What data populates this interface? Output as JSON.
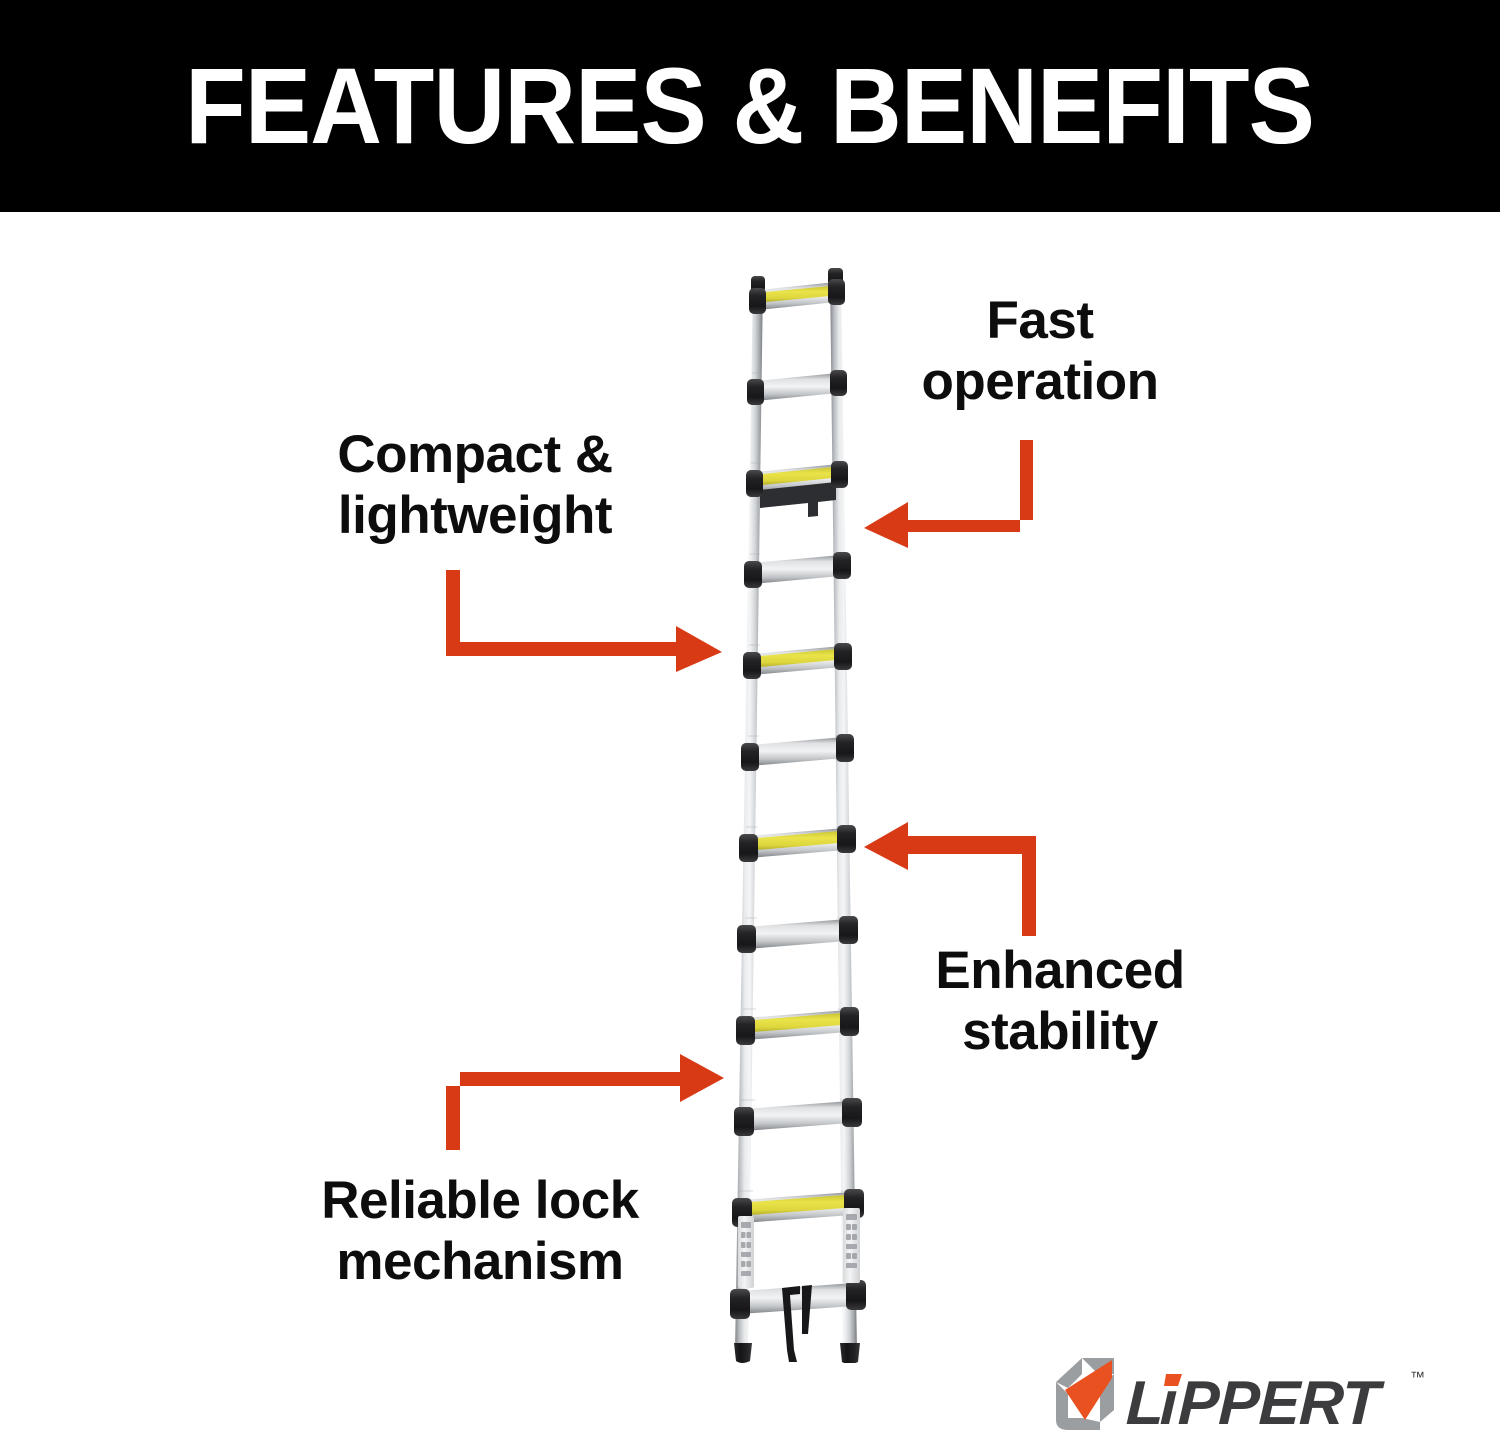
{
  "header": {
    "title": "FEATURES & BENEFITS",
    "background_color": "#000000",
    "text_color": "#ffffff"
  },
  "theme": {
    "accent_color": "#d93a16",
    "text_color": "#0d0d0d",
    "background_color": "#ffffff",
    "ladder_aluminum_light": "#e2e4e6",
    "ladder_aluminum_mid": "#b9bcc0",
    "ladder_aluminum_dark": "#8d9195",
    "ladder_collar_black": "#1e1e20",
    "ladder_rung_yellow": "#e2dc3a",
    "logo_gray": "#9b9ea1",
    "logo_dark": "#3c3c3e",
    "logo_orange": "#e8501e"
  },
  "callouts": [
    {
      "id": "fast-operation",
      "text": "Fast\noperation",
      "arrow_direction": "down-then-left",
      "arrow_color": "#d93a16"
    },
    {
      "id": "compact-lightweight",
      "text": "Compact &\nlightweight",
      "arrow_direction": "down-then-right",
      "arrow_color": "#d93a16"
    },
    {
      "id": "enhanced-stability",
      "text": "Enhanced\nstability",
      "arrow_direction": "up-then-left",
      "arrow_color": "#d93a16"
    },
    {
      "id": "reliable-lock-mechanism",
      "text": "Reliable lock\nmechanism",
      "arrow_direction": "up-then-right",
      "arrow_color": "#d93a16"
    }
  ],
  "product": {
    "name": "telescoping-ladder",
    "rung_count": 12,
    "yellow_stripe_rungs": [
      1,
      3,
      5,
      7,
      9,
      11
    ],
    "has_black_end_caps": true,
    "has_black_feet": true,
    "has_carry_strap": true,
    "has_warning_labels": true
  },
  "footer": {
    "brand": "LIPPERT",
    "trademark": "™"
  }
}
